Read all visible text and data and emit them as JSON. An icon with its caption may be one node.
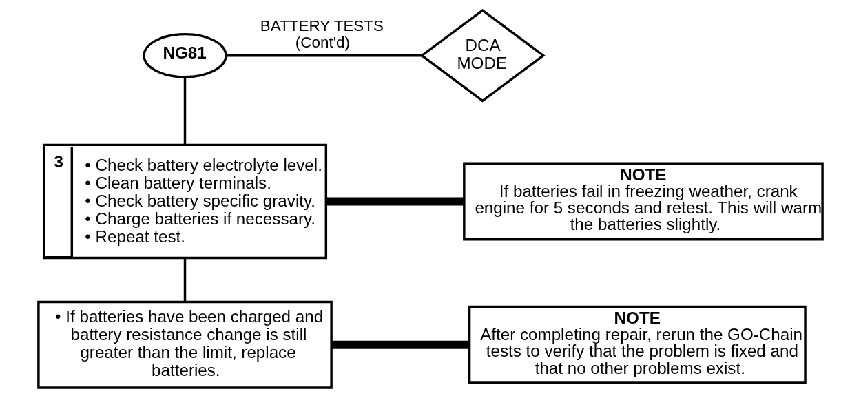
{
  "diagram": {
    "nodes": [
      {
        "text": [
          "NG81"
        ]
      },
      {
        "text": [
          "DCA MODE"
        ]
      },
      {
        "text": [
          "3",
          "• Check battery electrolyte level.",
          "• Clean battery terminals.",
          "• Check battery specific gravity.",
          "• Charge batteries if necessary.",
          "• Repeat test."
        ]
      },
      {
        "text": [
          "NOTE",
          "If batteries fail in freezing weather, crank engine for 5 seconds and retest. This will warm the batteries slightly."
        ]
      },
      {
        "text": [
          "• If batteries have been charged and battery resistance change is still greater than the limit, replace batteries."
        ]
      },
      {
        "text": [
          "NOTE",
          "After completing repair, rerun the GO-Chain tests to verify that the problem is fixed and that no other problems exist."
        ]
      }
    ],
    "edges": [
      {
        "from": 0,
        "to": 1,
        "arrow": "none",
        "label": "BATTERY TESTS (Cont'd)"
      },
      {
        "from": 0,
        "to": 2,
        "arrow": "none"
      },
      {
        "from": 2,
        "to": 3,
        "arrow": "none",
        "style": "thick"
      },
      {
        "from": 2,
        "to": 4,
        "arrow": "none"
      },
      {
        "from": 4,
        "to": 5,
        "arrow": "none",
        "style": "thick"
      }
    ]
  }
}
